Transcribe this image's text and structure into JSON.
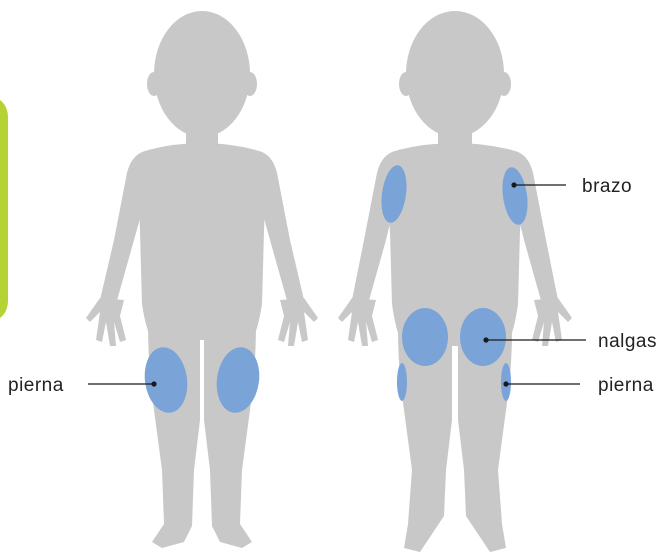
{
  "labels": {
    "front_leg": "pierna",
    "back_arm": "brazo",
    "back_buttocks": "nalgas",
    "back_leg": "pierna"
  },
  "colors": {
    "silhouette": "#c8c8c8",
    "injection_site": "#7aa3d8",
    "accent_bar": "#b5d334",
    "leader_line": "#1a1a1a"
  },
  "figures": [
    "child-front-view",
    "child-back-view"
  ]
}
